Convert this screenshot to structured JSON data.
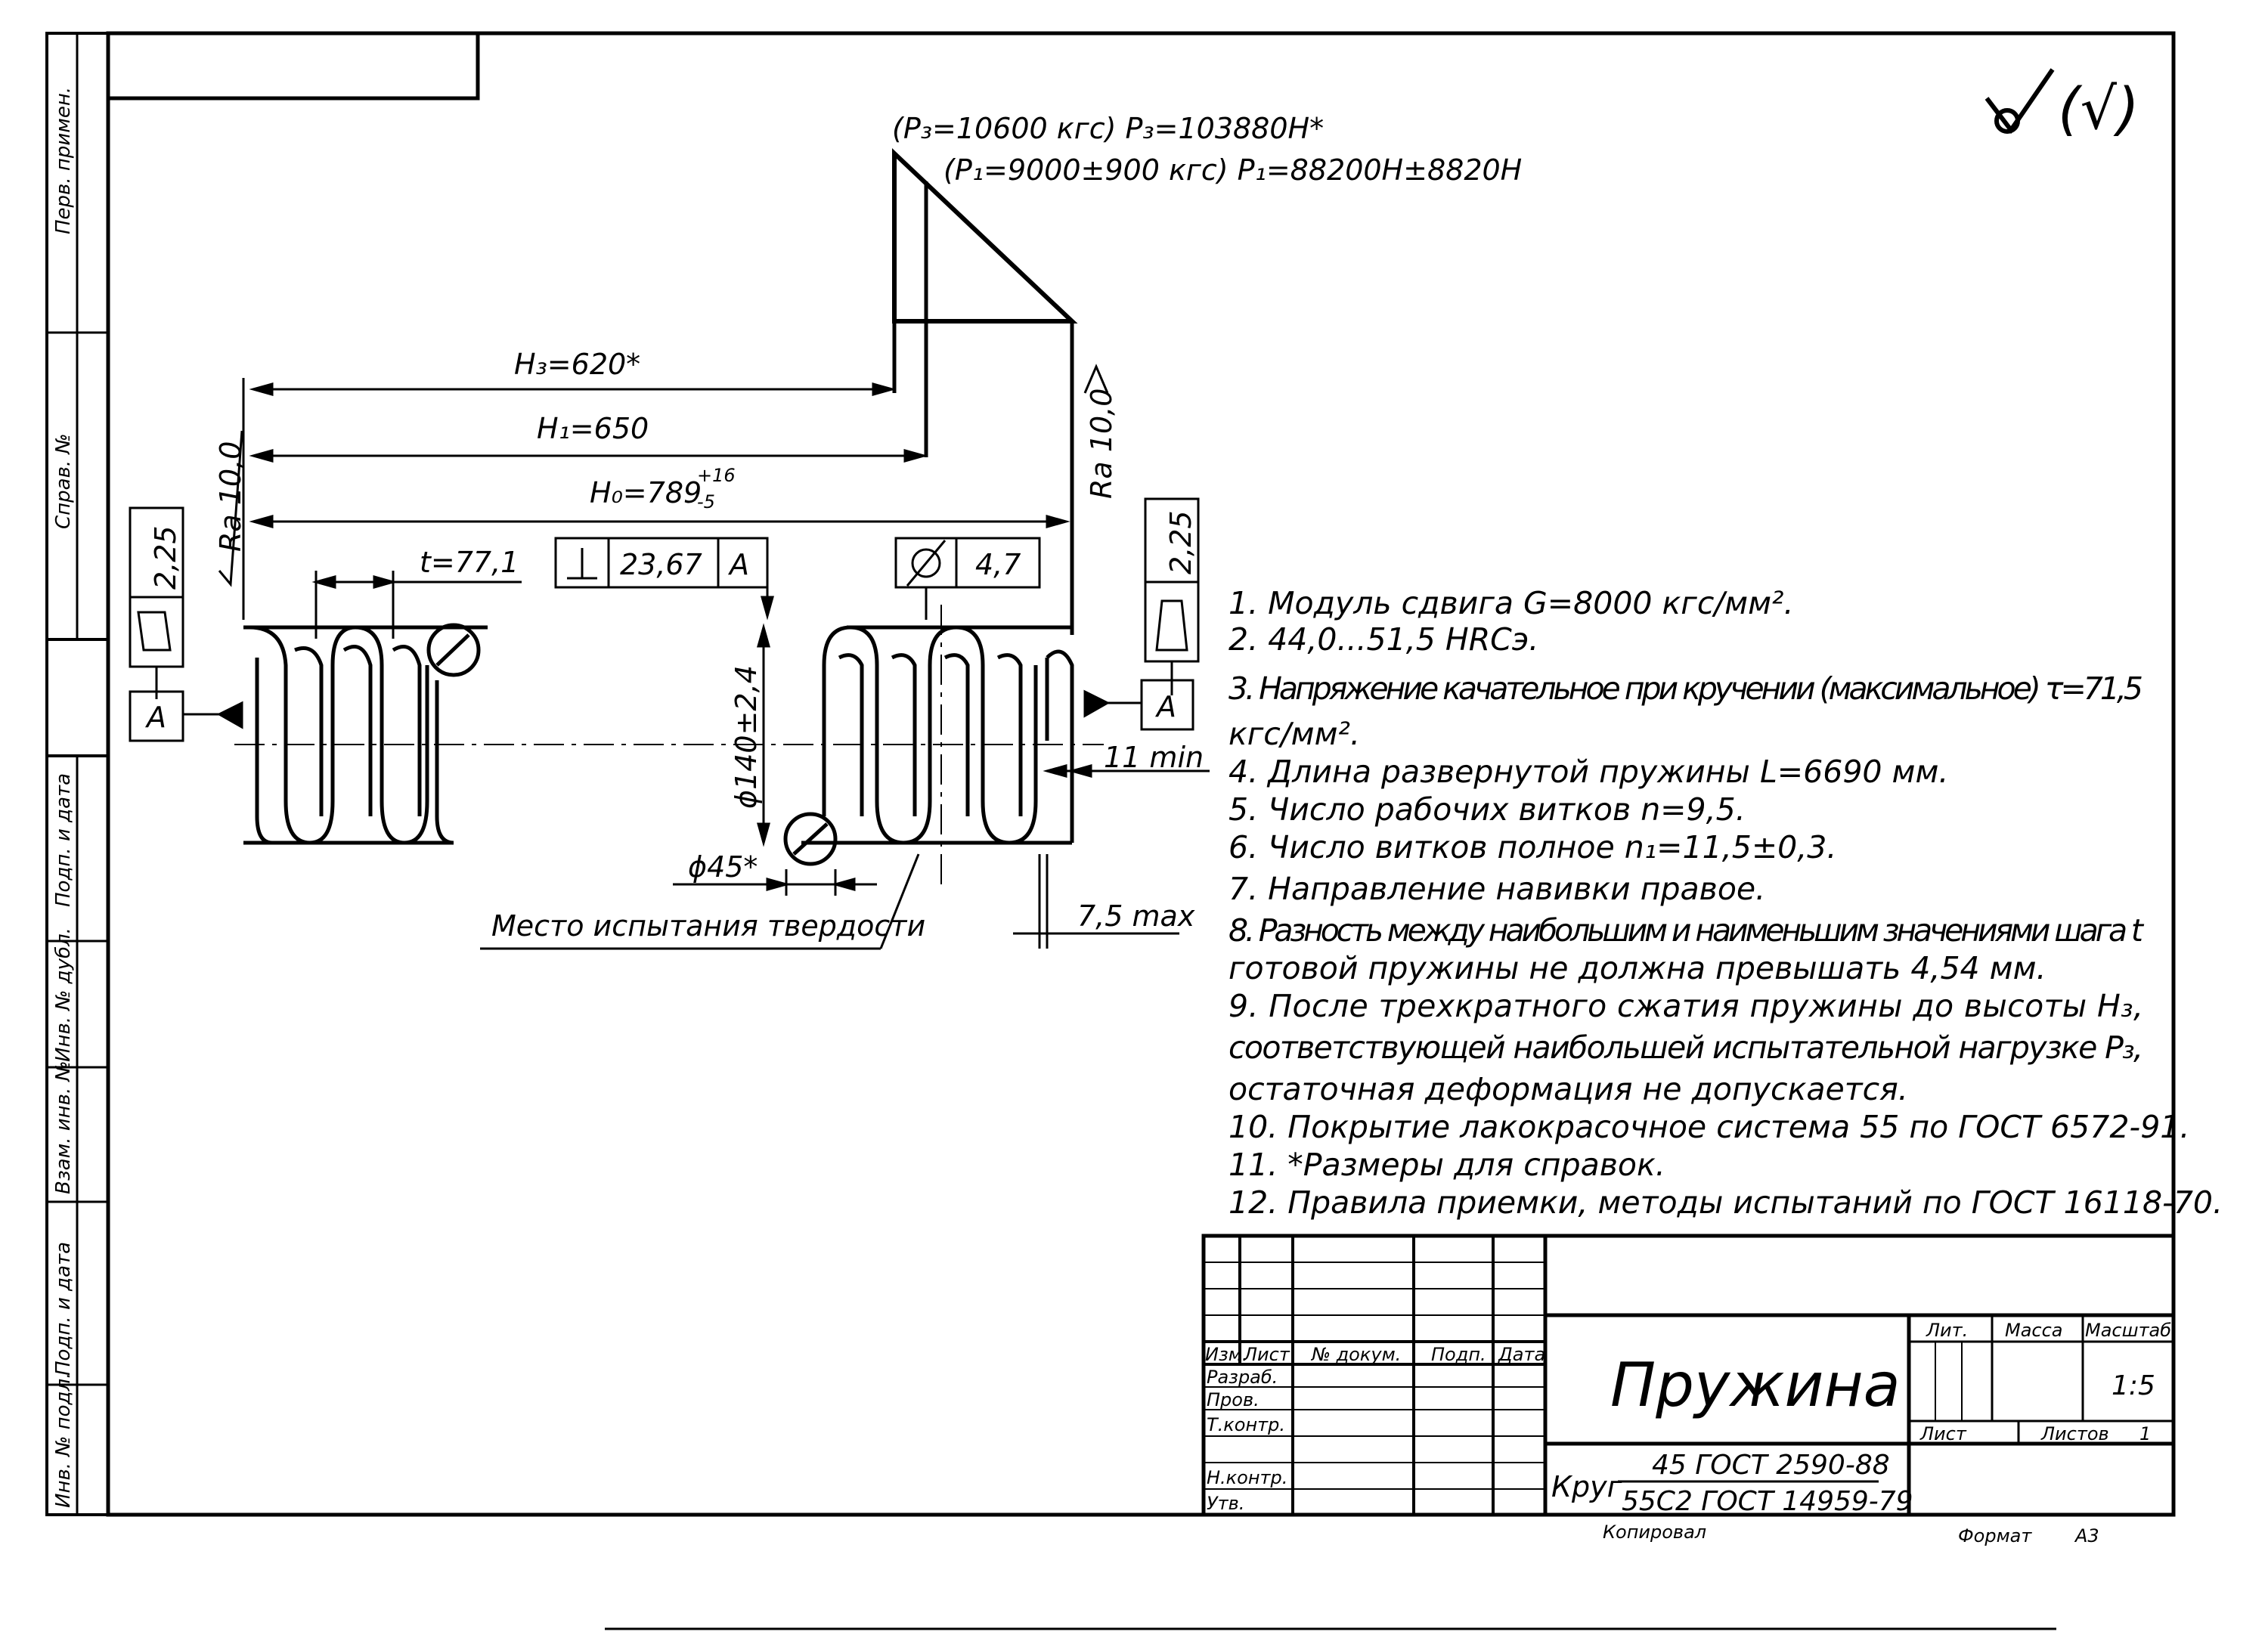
{
  "surface_finish": {
    "symbol": "✓",
    "parenthetical": "(√)"
  },
  "loads": {
    "p3": "(P₃=10600 кгс) P₃=103880Н*",
    "p1": "(P₁=9000±900 кгс) P₁=88200Н±8820Н"
  },
  "dimensions": {
    "h3": "H₃=620*",
    "h1": "H₁=650",
    "h0": "H₀=789",
    "h0_tol_upper": "+16",
    "h0_tol_lower": "-5",
    "pitch": "t=77,1",
    "perp_value": "23,67",
    "datum_ref": "A",
    "runout_value": "4,7",
    "ra_left": "Ra 10,0",
    "ra_right": "Ra 10,0",
    "flat_left": "2,25",
    "flat_right": "2,25",
    "datum_left": "A",
    "datum_right": "A",
    "diameter": "ϕ140±2,4",
    "wire": "ϕ45*",
    "gap_min": "11 min",
    "gap_max": "7,5 max",
    "hardness_label": "Место испытания твердости"
  },
  "notes": [
    "1. Модуль сдвига G=8000 кгс/мм².",
    "2. 44,0...51,5 HRCэ.",
    "3. Напряжение качательное при кручении (максимальное) τ=71,5",
    "кгс/мм².",
    "4. Длина развернутой пружины L=6690 мм.",
    "5. Число рабочих витков n=9,5.",
    "6. Число витков полное n₁=11,5±0,3.",
    "7. Направление навивки правое.",
    "8. Разность между наибольшим и наименьшим значениями шага t",
    "готовой пружины не должна превышать 4,54 мм.",
    "9. После трехкратного сжатия пружины до высоты H₃,",
    "соответствующей наибольшей испытательной нагрузке P₃,",
    "остаточная деформация не допускается.",
    "10. Покрытие лакокрасочное система 55 по ГОСТ 6572-91.",
    "11. *Размеры для справок.",
    "12. Правила приемки, методы испытаний по ГОСТ 16118-70."
  ],
  "side_stamp": [
    "Перв. примен.",
    "Справ. №",
    "Подп. и дата",
    "Инв. № дубл.",
    "Взам. инв. №",
    "Подп. и дата",
    "Инв. № подл."
  ],
  "title_block": {
    "col_headers": [
      "Изм.",
      "Лист",
      "№ докум.",
      "Подп.",
      "Дата"
    ],
    "roles": [
      "Разраб.",
      "Пров.",
      "Т.контр.",
      "",
      "Н.контр.",
      "Утв."
    ],
    "name": "Пружина",
    "lit": "Лит.",
    "mass": "Масса",
    "scale_label": "Масштаб",
    "scale": "1:5",
    "sheet": "Лист",
    "sheets": "Листов",
    "sheets_count": "1",
    "material_prefix": "Круг",
    "material_top": "45 ГОСТ 2590-88",
    "material_bottom": "55С2 ГОСТ 14959-79",
    "copied": "Копировал",
    "format_label": "Формат",
    "format_value": "А3"
  }
}
